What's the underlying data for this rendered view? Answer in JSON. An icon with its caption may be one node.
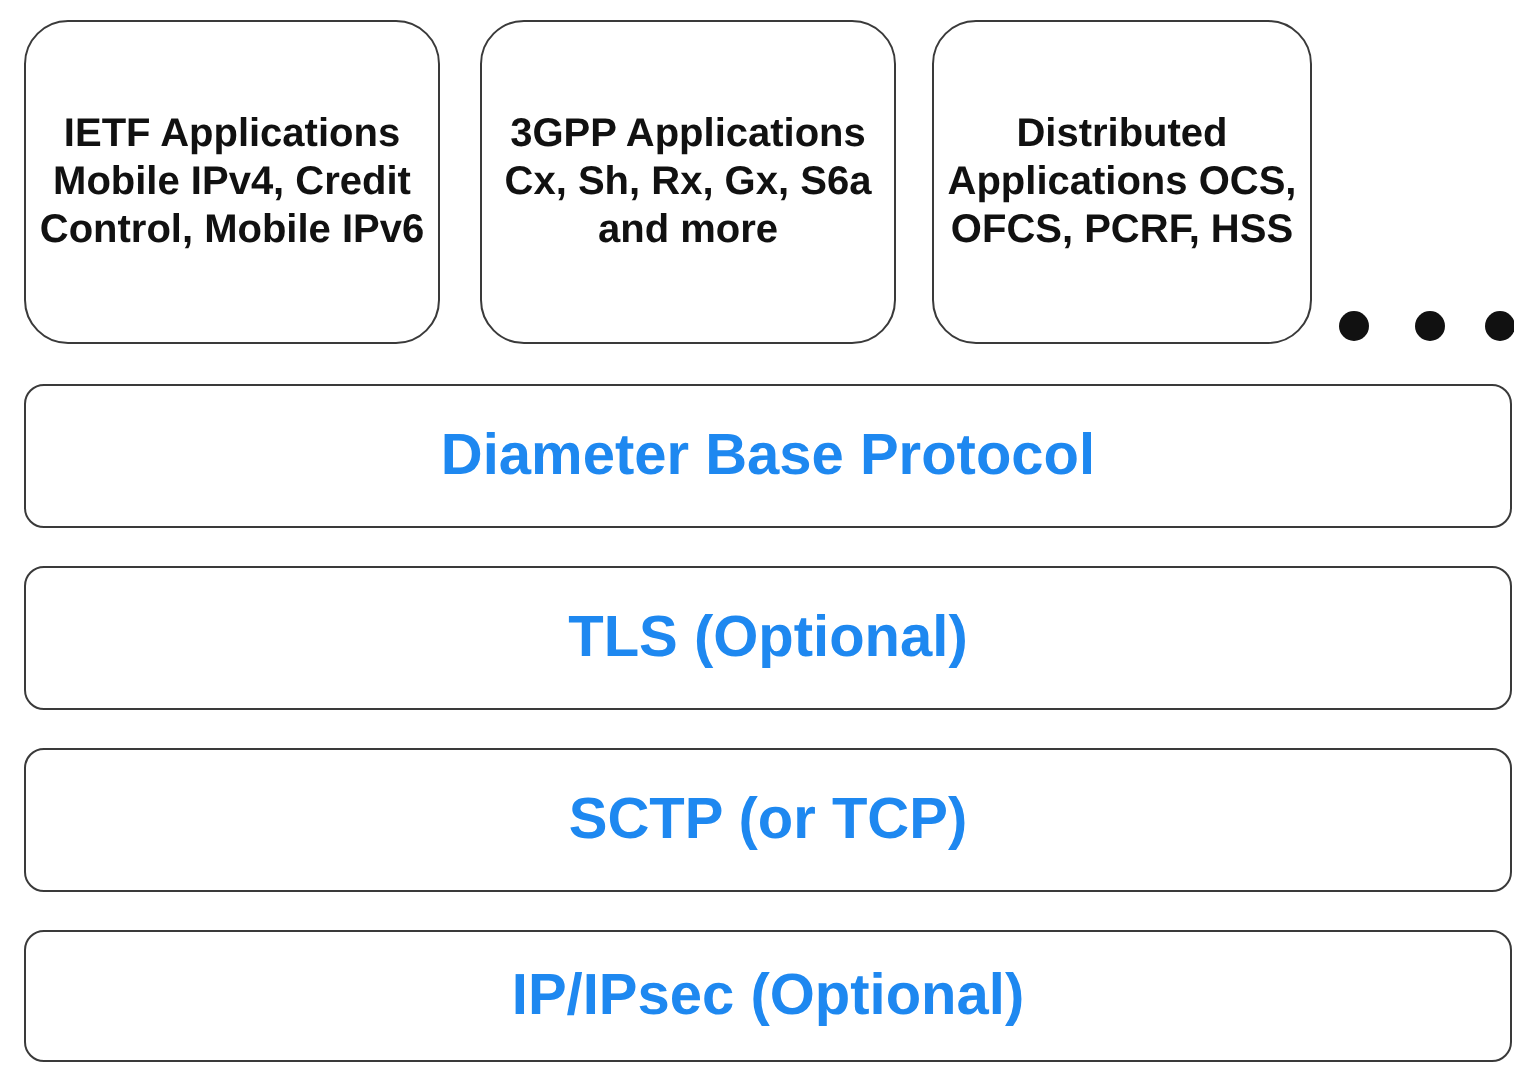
{
  "diagram": {
    "nodes": [
      {
        "text": [
          "IETF Applications Mobile IPv4, Credit Control, Mobile IPv6"
        ]
      },
      {
        "text": [
          "3GPP Applications Cx, Sh, Rx, Gx, S6a and more"
        ]
      },
      {
        "text": [
          "Distributed Applications OCS, OFCS, PCRF, HSS"
        ]
      },
      {
        "text": [
          "Diameter Base Protocol"
        ]
      },
      {
        "text": [
          "TLS (Optional)"
        ]
      },
      {
        "text": [
          "SCTP (or TCP)"
        ]
      },
      {
        "text": [
          "IP/IPsec (Optional)"
        ]
      }
    ]
  }
}
